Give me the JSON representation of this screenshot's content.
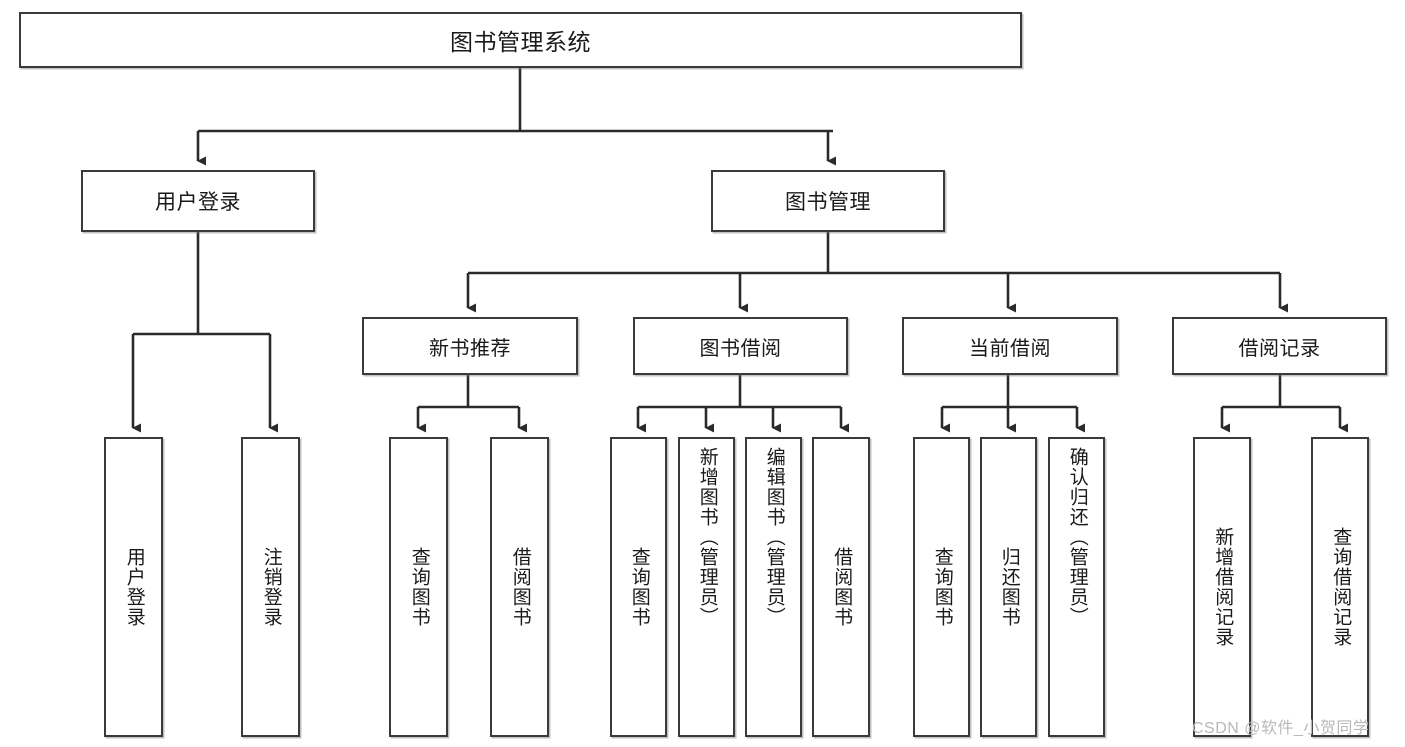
{
  "diagram": {
    "title": "图书管理系统",
    "type": "hierarchy-tree",
    "root": {
      "id": "root",
      "label": "图书管理系统"
    },
    "level2": [
      {
        "id": "user-login",
        "label": "用户登录"
      },
      {
        "id": "book-mgmt",
        "label": "图书管理"
      }
    ],
    "level3": [
      {
        "id": "new-rec",
        "label": "新书推荐",
        "parent": "book-mgmt"
      },
      {
        "id": "borrow",
        "label": "图书借阅",
        "parent": "book-mgmt"
      },
      {
        "id": "current",
        "label": "当前借阅",
        "parent": "book-mgmt"
      },
      {
        "id": "record",
        "label": "借阅记录",
        "parent": "book-mgmt"
      }
    ],
    "leaves": [
      {
        "id": "leaf-1",
        "label": "用户登录",
        "parent": "user-login"
      },
      {
        "id": "leaf-2",
        "label": "注销登录",
        "parent": "user-login"
      },
      {
        "id": "leaf-3",
        "label": "查询图书",
        "parent": "new-rec"
      },
      {
        "id": "leaf-4",
        "label": "借阅图书",
        "parent": "new-rec"
      },
      {
        "id": "leaf-5",
        "label": "查询图书",
        "parent": "borrow"
      },
      {
        "id": "leaf-6",
        "label": "新增图书（管理员）",
        "parent": "borrow"
      },
      {
        "id": "leaf-7",
        "label": "编辑图书（管理员）",
        "parent": "borrow"
      },
      {
        "id": "leaf-8",
        "label": "借阅图书",
        "parent": "borrow"
      },
      {
        "id": "leaf-9",
        "label": "查询图书",
        "parent": "current"
      },
      {
        "id": "leaf-10",
        "label": "归还图书",
        "parent": "current"
      },
      {
        "id": "leaf-11",
        "label": "确认归还（管理员）",
        "parent": "current"
      },
      {
        "id": "leaf-12",
        "label": "新增借阅记录",
        "parent": "record"
      },
      {
        "id": "leaf-13",
        "label": "查询借阅记录",
        "parent": "record"
      }
    ],
    "colors": {
      "box_border": "#3a3a3a",
      "box_fill": "#ffffff",
      "edge": "#2b2b2b",
      "text": "#1a1a1a",
      "watermark": "#b9b9b9"
    }
  },
  "watermark": {
    "text": "CSDN @软件_小贺同学"
  }
}
